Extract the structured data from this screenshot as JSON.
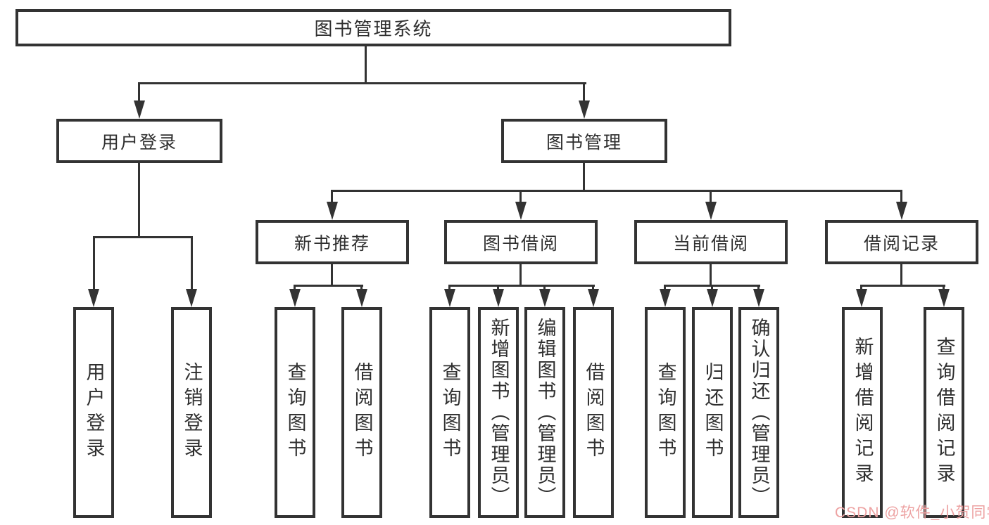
{
  "diagram": {
    "root": "图书管理系统",
    "login": {
      "label": "用户登录",
      "children": [
        "用户登录",
        "注销登录"
      ]
    },
    "management": {
      "label": "图书管理",
      "sections": [
        {
          "label": "新书推荐",
          "children": [
            "查询图书",
            "借阅图书"
          ]
        },
        {
          "label": "图书借阅",
          "children": [
            "查询图书",
            "新增图书（管理员）",
            "编辑图书（管理员）",
            "借阅图书"
          ]
        },
        {
          "label": "当前借阅",
          "children": [
            "查询图书",
            "归还图书",
            "确认归还（管理员）"
          ]
        },
        {
          "label": "借阅记录",
          "children": [
            "新增借阅记录",
            "查询借阅记录"
          ]
        }
      ]
    }
  },
  "watermark": "CSDN @软件_小贺同学",
  "colors": {
    "line": "#333333",
    "text": "#2f2f2f",
    "watermark": "#eda2a2",
    "background": "#ffffff"
  }
}
